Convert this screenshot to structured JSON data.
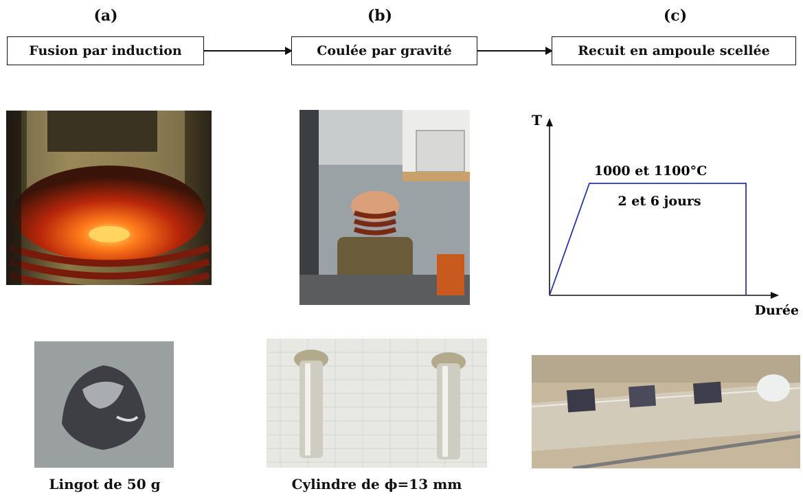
{
  "steps": [
    {
      "letter": "(a)",
      "label": "Fusion par induction"
    },
    {
      "letter": "(b)",
      "label": "Coulée par gravité"
    },
    {
      "letter": "(c)",
      "label": "Recuit en ampoule scellée"
    }
  ],
  "captions": {
    "ingot": "Lingot de 50 g",
    "cylinder": "Cylindre de ϕ=13 mm"
  },
  "plot": {
    "y_axis": "T",
    "x_axis": "Durée",
    "temperature": "1000 et 1100°C",
    "duration": "2 et 6 jours"
  }
}
